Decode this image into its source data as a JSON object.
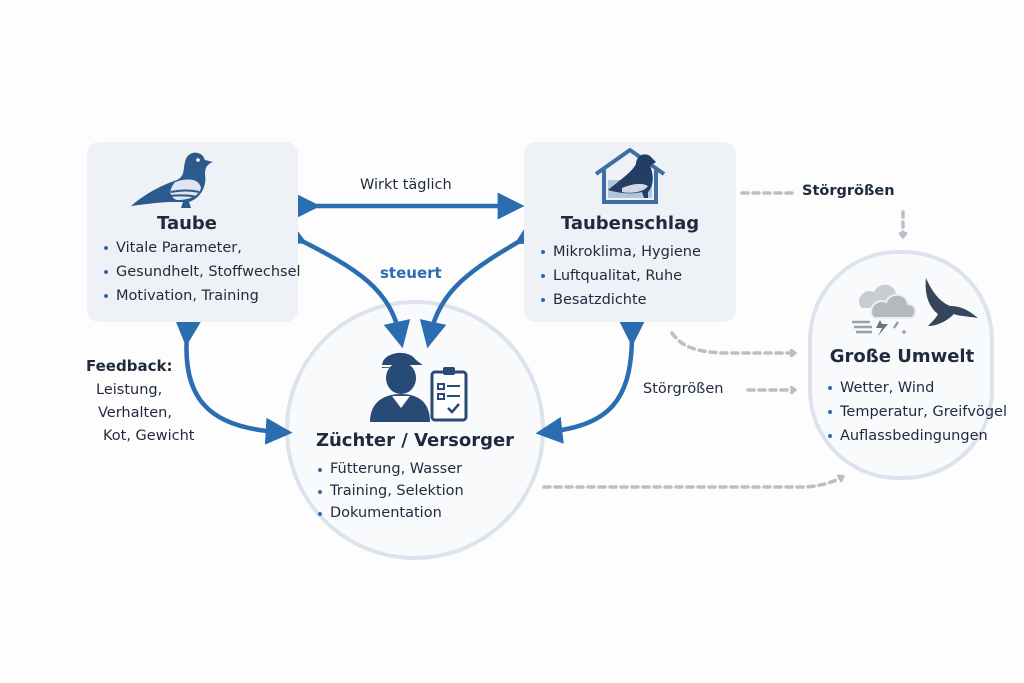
{
  "nodes": {
    "taube": {
      "title": "Taube",
      "icon": "pigeon-icon",
      "items": [
        "Vitale Parameter,",
        "Gesundhelt, Stoffwechsel",
        "Motivation, Training"
      ]
    },
    "taubenschlag": {
      "title": "Taubenschlag",
      "icon": "pigeon-loft-icon",
      "items": [
        "Mikroklima, Hygiene",
        "Luftqualitat, Ruhe",
        "Besatzdichte"
      ]
    },
    "zuechter": {
      "title": "Züchter / Versorger",
      "icon": "breeder-with-clipboard-icon",
      "items": [
        "Fütterung, Wasser",
        "Training, Selektion",
        "Dokumentation"
      ]
    },
    "umwelt": {
      "title": "Große Umwelt",
      "icon": "storm-and-raptor-icon",
      "items": [
        "Wetter, Wind",
        "Temperatur, Greifvögel",
        "Auflassbedingungen"
      ]
    }
  },
  "edges": {
    "wirkt_taeglich": "Wirkt täglich",
    "steuert": "steuert",
    "feedback_title": "Feedback:",
    "feedback_lines": [
      "Leistung,",
      "Verhalten,",
      "Kot, Gewicht"
    ],
    "stoergroessen_top": "Störgrößen",
    "stoergroessen_mid": "Störgrößen"
  },
  "colors": {
    "arrow": "#2a6db0",
    "dashed": "#b9bec8",
    "card": "#eef1f6",
    "circle": "#dde3ec",
    "icon_dark": "#284a76"
  }
}
